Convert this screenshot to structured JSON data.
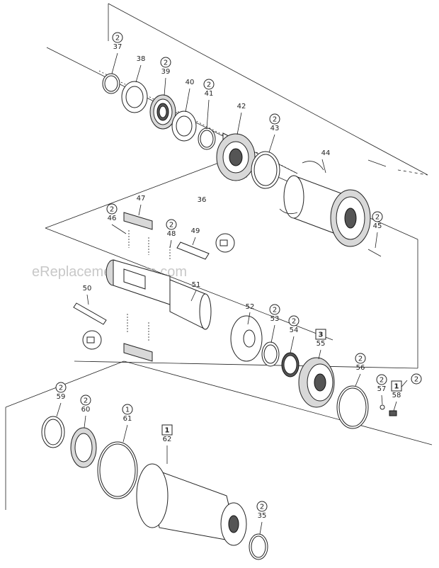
{
  "watermark": "eReplacementParts.com",
  "callouts": [
    {
      "id": "37",
      "qty": "2",
      "badge": "circle"
    },
    {
      "id": "38",
      "qty": "",
      "badge": ""
    },
    {
      "id": "39",
      "qty": "2",
      "badge": "circle"
    },
    {
      "id": "40",
      "qty": "",
      "badge": ""
    },
    {
      "id": "41",
      "qty": "2",
      "badge": "circle"
    },
    {
      "id": "42",
      "qty": "",
      "badge": ""
    },
    {
      "id": "43",
      "qty": "2",
      "badge": "circle"
    },
    {
      "id": "44",
      "qty": "",
      "badge": ""
    },
    {
      "id": "36",
      "qty": "",
      "badge": ""
    },
    {
      "id": "45",
      "qty": "2",
      "badge": "circle"
    },
    {
      "id": "46",
      "qty": "2",
      "badge": "circle"
    },
    {
      "id": "47",
      "qty": "",
      "badge": ""
    },
    {
      "id": "48",
      "qty": "2",
      "badge": "circle"
    },
    {
      "id": "49",
      "qty": "",
      "badge": ""
    },
    {
      "id": "50",
      "qty": "",
      "badge": ""
    },
    {
      "id": "51",
      "qty": "",
      "badge": ""
    },
    {
      "id": "52",
      "qty": "",
      "badge": ""
    },
    {
      "id": "53",
      "qty": "2",
      "badge": "circle"
    },
    {
      "id": "54",
      "qty": "2",
      "badge": "circle"
    },
    {
      "id": "55",
      "qty": "3",
      "badge": "square"
    },
    {
      "id": "56",
      "qty": "2",
      "badge": "circle"
    },
    {
      "id": "57",
      "qty": "2",
      "badge": "circle"
    },
    {
      "id": "58",
      "qty": "1",
      "badge": "square"
    },
    {
      "id": "59",
      "qty": "2",
      "badge": "circle"
    },
    {
      "id": "60",
      "qty": "2",
      "badge": "circle"
    },
    {
      "id": "61",
      "qty": "1",
      "badge": "circle"
    },
    {
      "id": "62",
      "qty": "1",
      "badge": "square"
    },
    {
      "id": "35",
      "qty": "2",
      "badge": "circle"
    }
  ],
  "standalone_badges": [
    {
      "qty": "2",
      "badge": "circle"
    }
  ]
}
